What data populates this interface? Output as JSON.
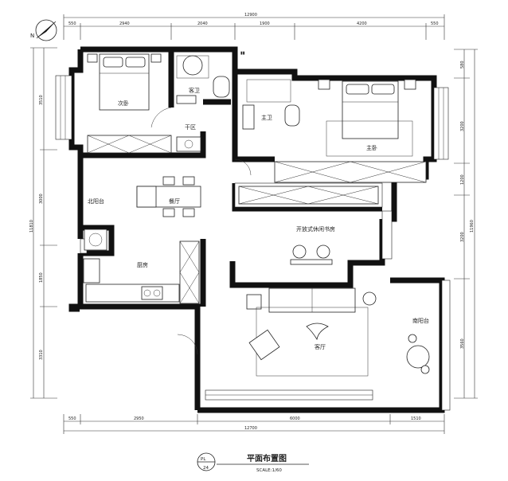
{
  "rooms": {
    "secondary_bedroom": "次卧",
    "guest_bath": "客卫",
    "master_bath": "主卫",
    "master_bedroom": "主卧",
    "dry_area": "干区",
    "north_balcony": "北阳台",
    "dining": "餐厅",
    "kitchen": "厨房",
    "study": "开放式休闲书房",
    "living": "客厅",
    "south_balcony": "南阳台"
  },
  "dimensions": {
    "top_total": "12900",
    "top_segments": [
      "550",
      "2940",
      "2040",
      "1900",
      "4200",
      "550"
    ],
    "bottom_total": "12700",
    "bottom_segments": [
      "550",
      "2950",
      "6000",
      "1510"
    ],
    "left_total": "11810",
    "left_segments": [
      "3510",
      "3000",
      "1850",
      "3310"
    ],
    "right_total": "11960",
    "right_segments": [
      "580",
      "3200",
      "1200",
      "3200",
      "3560"
    ]
  },
  "title_block": {
    "badge_top": "PL",
    "badge_bottom": "24",
    "title": "平面布置图",
    "scale": "SCALE:1/60"
  },
  "north_label": "N"
}
